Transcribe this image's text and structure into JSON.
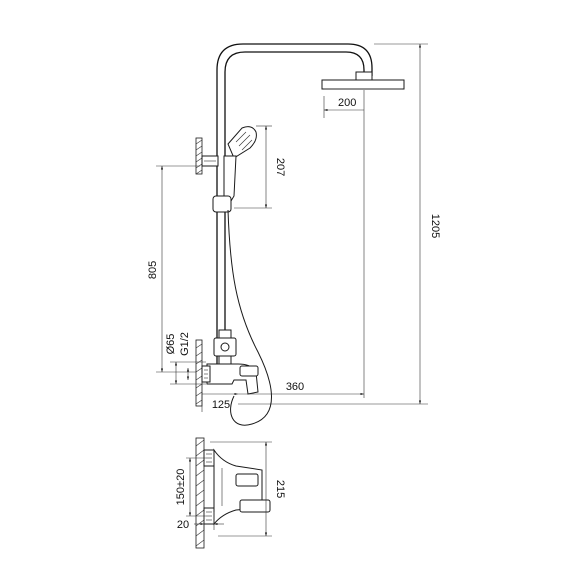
{
  "dimensions": {
    "overall_height": "1205",
    "shower_head_diameter": "200",
    "hand_shower_length": "207",
    "holder_to_bracket": "805",
    "outlet_diameter": "Ø65",
    "thread_size": "G1/2",
    "wall_to_mixer": "125",
    "wall_to_head_center": "360",
    "mixer_height": "215",
    "inlet_spacing": "150±20",
    "inlet_depth": "20"
  }
}
